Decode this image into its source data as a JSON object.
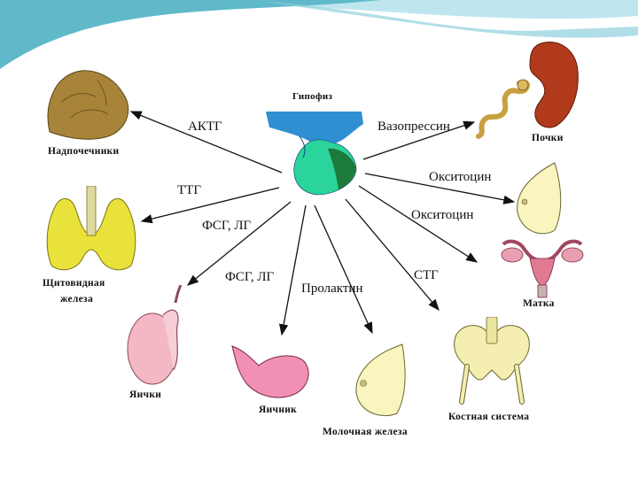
{
  "diagram": {
    "center": {
      "label": "Гипофиз"
    },
    "hormones": {
      "actg": "АКТГ",
      "vasopressin": "Вазопрессин",
      "oxytocin_1": "Окситоцин",
      "oxytocin_2": "Окситоцин",
      "ttg": "ТТГ",
      "fsg_lg_1": "ФСГ, ЛГ",
      "fsg_lg_2": "ФСГ, ЛГ",
      "prolactin": "Пролактин",
      "stg": "СТГ"
    },
    "organs": {
      "adrenal": "Надпочечники",
      "kidneys": "Почки",
      "thyroid_line1": "Щитовидная",
      "thyroid_line2": "железа",
      "testes": "Яички",
      "ovary": "Яичник",
      "mammary": "Молочная железа",
      "skeleton": "Костная система",
      "uterus": "Матка"
    }
  },
  "colors": {
    "header_teal": "#5fb9c9",
    "header_light": "#bfe6ef",
    "adrenal": "#a8843a",
    "thyroid": "#e8e23a",
    "kidney": "#b23a1c",
    "testis": "#f3b8c4",
    "breast": "#faf4bf",
    "pituitary_blue": "#2f8fd0",
    "pituitary_green": "#2bd49a",
    "pituitary_dark": "#1c7a3a",
    "arrow": "#111111"
  }
}
